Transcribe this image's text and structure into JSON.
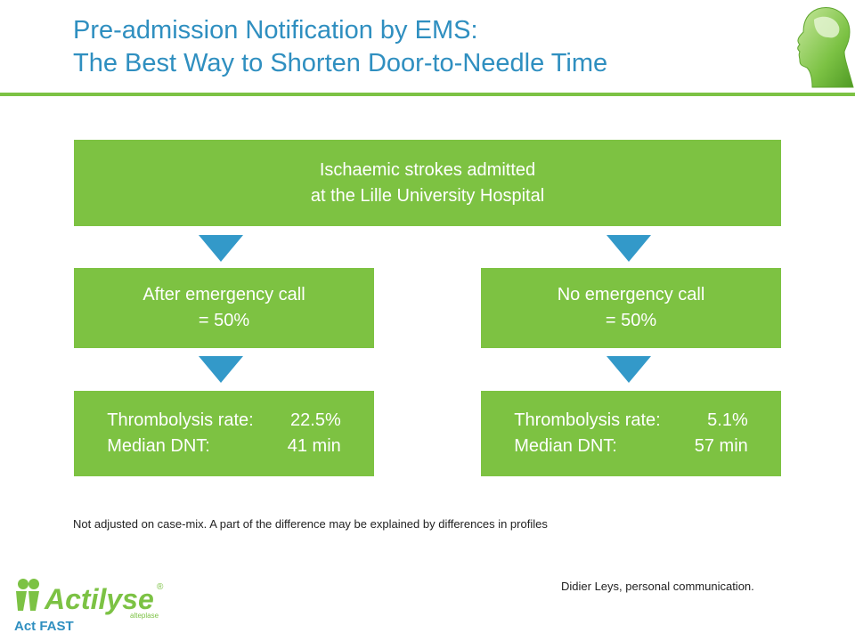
{
  "header": {
    "title_line1": "Pre-admission Notification by EMS:",
    "title_line2": "The Best Way to Shorten Door-to-Needle Time"
  },
  "flow": {
    "top": {
      "line1": "Ischaemic strokes admitted",
      "line2": "at the Lille University Hospital"
    },
    "left": {
      "group_line1": "After emergency call",
      "group_line2": "= 50%",
      "rate_label": "Thrombolysis rate:",
      "rate_value": "22.5%",
      "dnt_label": "Median DNT:",
      "dnt_value": "41 min"
    },
    "right": {
      "group_line1": "No emergency call",
      "group_line2": "= 50%",
      "rate_label": "Thrombolysis rate:",
      "rate_value": "5.1%",
      "dnt_label": "Median DNT:",
      "dnt_value": "57 min"
    }
  },
  "notes": {
    "footnote": "Not adjusted on case-mix. A part of the difference may be explained by differences in profiles",
    "reference": "Didier Leys, personal communication."
  },
  "brand": {
    "name": "Actilyse",
    "registered": "®",
    "generic": "alteplase",
    "tagline": "Act FAST"
  },
  "colors": {
    "title": "#2f8fc0",
    "box": "#7dc242",
    "arrow": "#3399c9",
    "rule": "#7cc244"
  },
  "icons": {
    "arrow": "down-triangle-icon",
    "head": "head-profile-icon",
    "brand_symbol": "actilyse-symbol-icon"
  }
}
